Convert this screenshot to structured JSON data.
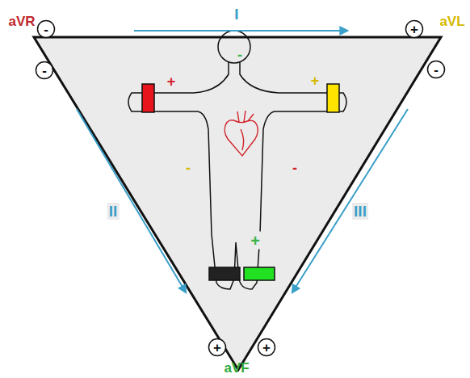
{
  "diagram": {
    "nodes": [
      {
        "text": [
          "-"
        ]
      },
      {
        "text": [
          "+"
        ]
      },
      {
        "text": [
          "-"
        ]
      },
      {
        "text": [
          "-"
        ]
      },
      {
        "text": [
          "+"
        ]
      },
      {
        "text": [
          "+"
        ]
      }
    ],
    "labels": [
      "aVR",
      "aVL",
      "aVF",
      "I",
      "II",
      "III",
      "+",
      "-",
      "+",
      "-",
      "-",
      "+"
    ]
  }
}
